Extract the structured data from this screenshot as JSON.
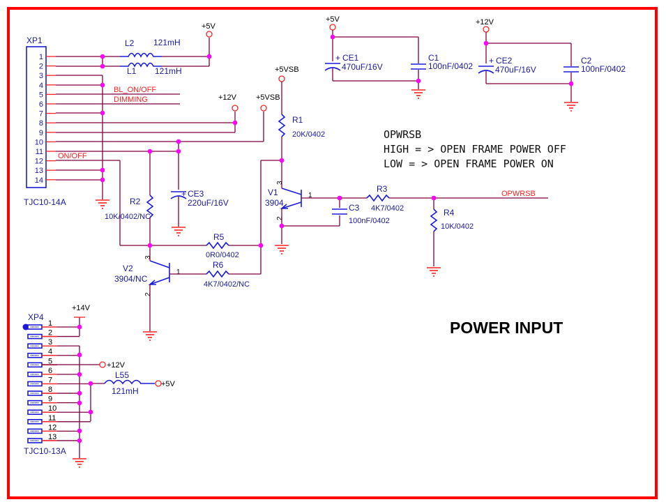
{
  "sheet": {
    "title": "POWER INPUT",
    "border_color": "#ff0000",
    "wire_color": "#800040",
    "component_color": "#1a1adc",
    "junction_color": "#ff00ff",
    "net_label_color": "#ff2020"
  },
  "note": {
    "line1": "OPWRSB",
    "line2": "HIGH = > OPEN FRAME POWER OFF",
    "line3": "LOW = > OPEN FRAME POWER ON"
  },
  "connectors": {
    "xp1": {
      "ref": "XP1",
      "part": "TJC10-14A",
      "pins": [
        "1",
        "2",
        "3",
        "4",
        "5",
        "6",
        "7",
        "8",
        "9",
        "10",
        "11",
        "12",
        "13",
        "14"
      ]
    },
    "xp4": {
      "ref": "XP4",
      "part": "TJC10-13A",
      "pins": [
        "1",
        "2",
        "3",
        "4",
        "5",
        "6",
        "7",
        "8",
        "9",
        "10",
        "11",
        "12",
        "13"
      ]
    }
  },
  "net_labels": {
    "bl_on_off": "BL_ON/OFF",
    "dimming": "DIMMING",
    "on_off": "ON/OFF",
    "opwrsb": "OPWRSB"
  },
  "power_ports": {
    "p5v_top": "+5V",
    "p5v_ce1": "+5V",
    "p12v_ce2": "+12V",
    "p5vsb_r1": "+5VSB",
    "p12v_mid": "+12V",
    "p5vsb_mid": "+5VSB",
    "p14v": "+14V",
    "p12v_xp4": "+12V",
    "p5v_xp4": "+5V"
  },
  "components": {
    "l2": {
      "ref": "L2",
      "value": "121mH"
    },
    "l1": {
      "ref": "L1",
      "value": "121mH"
    },
    "l55": {
      "ref": "L55",
      "value": "121mH"
    },
    "ce1": {
      "ref": "CE1",
      "value": "470uF/16V"
    },
    "c1": {
      "ref": "C1",
      "value": "100nF/0402"
    },
    "ce2": {
      "ref": "CE2",
      "value": "470uF/16V"
    },
    "c2": {
      "ref": "C2",
      "value": "100nF/0402"
    },
    "ce3": {
      "ref": "CE3",
      "value": "220uF/16V"
    },
    "c3": {
      "ref": "C3",
      "value": "100nF/0402"
    },
    "r1": {
      "ref": "R1",
      "value": "20K/0402"
    },
    "r2": {
      "ref": "R2",
      "value": "10K/0402/NC"
    },
    "r3": {
      "ref": "R3",
      "value": "4K7/0402"
    },
    "r4": {
      "ref": "R4",
      "value": "10K/0402"
    },
    "r5": {
      "ref": "R5",
      "value": "0R0/0402"
    },
    "r6": {
      "ref": "R6",
      "value": "4K7/0402/NC"
    },
    "v1": {
      "ref": "V1",
      "value": "3904",
      "pins": [
        "3",
        "1",
        "2"
      ]
    },
    "v2": {
      "ref": "V2",
      "value": "3904/NC",
      "pins": [
        "3",
        "1",
        "2"
      ]
    }
  },
  "polarity_mark": "+"
}
